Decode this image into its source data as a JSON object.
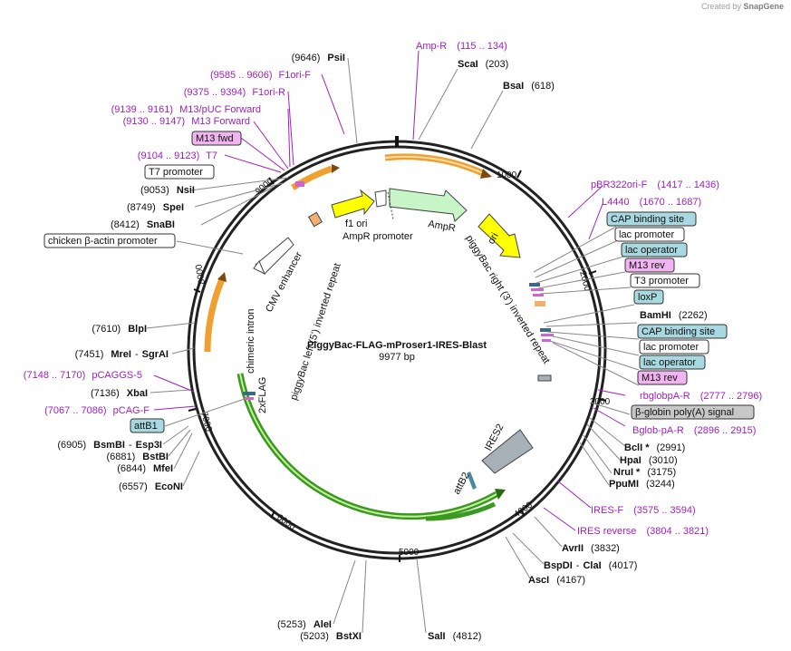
{
  "credit": {
    "prefix": "Created by",
    "brand": "SnapGene"
  },
  "plasmid": {
    "name": "PiggyBac-FLAG-mProser1-IRES-Blast",
    "length": "9977 bp",
    "length_bp": 9977
  },
  "ticks": [
    "1000",
    "2000",
    "3000",
    "4000",
    "5000",
    "6000",
    "7000",
    "8000",
    "9000"
  ],
  "enzymes_right": [
    {
      "name": "ScaI",
      "pos": "(203)"
    },
    {
      "name": "BsaI",
      "pos": "(618)"
    },
    {
      "name": "BamHI",
      "pos": "(2262)"
    },
    {
      "name": "BclI *",
      "pos": "(2991)"
    },
    {
      "name": "HpaI",
      "pos": "(3010)"
    },
    {
      "name": "NruI *",
      "pos": "(3175)"
    },
    {
      "name": "PpuMI",
      "pos": "(3244)"
    },
    {
      "name": "AvrII",
      "pos": "(3832)"
    },
    {
      "name": "BspDI",
      "dash": "-",
      "name2": "ClaI",
      "pos": "(4017)"
    },
    {
      "name": "AscI",
      "pos": "(4167)"
    },
    {
      "name": "SalI",
      "pos": "(4812)"
    }
  ],
  "enzymes_left": [
    {
      "name": "PsiI",
      "pos": "(9646)"
    },
    {
      "name": "NsiI",
      "pos": "(9053)"
    },
    {
      "name": "SpeI",
      "pos": "(8749)"
    },
    {
      "name": "SnaBI",
      "pos": "(8412)"
    },
    {
      "name": "BlpI",
      "pos": "(7610)"
    },
    {
      "name": "MreI",
      "dash": "-",
      "name2": "SgrAI",
      "pos": "(7451)"
    },
    {
      "name": "XbaI",
      "pos": "(7136)"
    },
    {
      "name": "BsmBI",
      "dash": "-",
      "name2": "Esp3I",
      "pos": "(6905)"
    },
    {
      "name": "BstBI",
      "pos": "(6881)"
    },
    {
      "name": "MfeI",
      "pos": "(6844)"
    },
    {
      "name": "EcoNI",
      "pos": "(6557)"
    },
    {
      "name": "AleI",
      "pos": "(5253)"
    },
    {
      "name": "BstXI",
      "pos": "(5203)"
    }
  ],
  "primers": [
    {
      "name": "Amp-R",
      "pos": "(115 .. 134)"
    },
    {
      "name": "F1ori-F",
      "pos": "(9585 .. 9606)"
    },
    {
      "name": "F1ori-R",
      "pos": "(9375 .. 9394)"
    },
    {
      "name": "M13/pUC Forward",
      "pos": "(9139 .. 9161)"
    },
    {
      "name": "M13 Forward",
      "pos": "(9130 .. 9147)"
    },
    {
      "name": "T7",
      "pos": "(9104 .. 9123)"
    },
    {
      "name": "pBR322ori-F",
      "pos": "(1417 .. 1436)"
    },
    {
      "name": "L4440",
      "pos": "(1670 .. 1687)"
    },
    {
      "name": "rbglobpA-R",
      "pos": "(2777 .. 2796)"
    },
    {
      "name": "Bglob-pA-R",
      "pos": "(2896 .. 2915)"
    },
    {
      "name": "IRES-F",
      "pos": "(3575 .. 3594)"
    },
    {
      "name": "IRES reverse",
      "pos": "(3804 .. 3821)"
    },
    {
      "name": "pCAGGS-5",
      "pos": "(7148 .. 7170)"
    },
    {
      "name": "pCAG-F",
      "pos": "(7067 .. 7086)"
    }
  ],
  "boxes": [
    {
      "text": "M13 fwd",
      "style": "pink"
    },
    {
      "text": "T7 promoter",
      "style": "white"
    },
    {
      "text": "chicken β-actin promoter",
      "style": "white"
    },
    {
      "text": "CAP binding site",
      "style": "blue"
    },
    {
      "text": "lac promoter",
      "style": "white"
    },
    {
      "text": "lac operator",
      "style": "blue"
    },
    {
      "text": "M13 rev",
      "style": "pink"
    },
    {
      "text": "T3 promoter",
      "style": "white"
    },
    {
      "text": "loxP",
      "style": "blue"
    },
    {
      "text": "CAP binding site",
      "style": "blue"
    },
    {
      "text": "lac promoter",
      "style": "white"
    },
    {
      "text": "lac operator",
      "style": "blue"
    },
    {
      "text": "M13 rev",
      "style": "pink"
    },
    {
      "text": "β-globin poly(A) signal",
      "style": "gray"
    },
    {
      "text": "attB1",
      "style": "blue"
    }
  ],
  "features": [
    {
      "text": "f1 ori"
    },
    {
      "text": "AmpR promoter"
    },
    {
      "text": "AmpR"
    },
    {
      "text": "ori"
    },
    {
      "text": "piggyBac right (3') inverted repeat"
    },
    {
      "text": "IRES2"
    },
    {
      "text": "attB2"
    },
    {
      "text": "CMV enhancer"
    },
    {
      "text": "piggyBac left (5') inverted repeat"
    },
    {
      "text": "chimeric intron"
    },
    {
      "text": "2xFLAG"
    }
  ],
  "colors": {
    "pink": "#f0b4f0",
    "blue": "#a8d8e0",
    "gray": "#c8c8c8",
    "purple": "#a020c0",
    "yellow": "#ffff00",
    "ampr": "#c8f5c8",
    "orange_arc": "#f0a030",
    "green_arc": "#3a9a20"
  }
}
